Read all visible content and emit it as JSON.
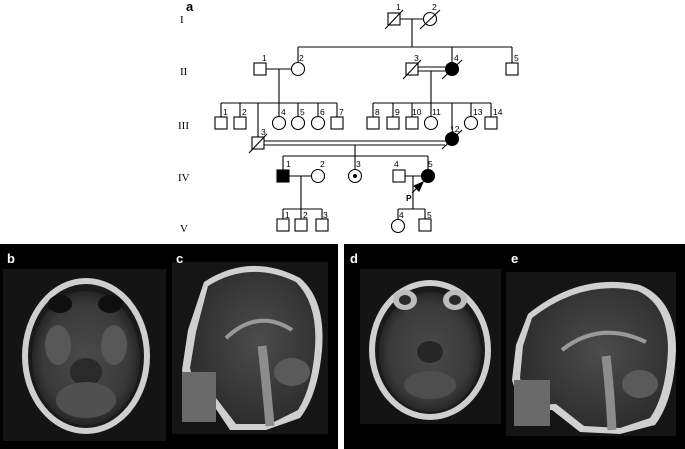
{
  "panels": {
    "a": "a",
    "b": "b",
    "c": "c",
    "d": "d",
    "e": "e"
  },
  "generations": [
    "I",
    "II",
    "III",
    "IV",
    "V"
  ],
  "individuals": {
    "I": [
      "1",
      "2"
    ],
    "II": [
      "1",
      "2",
      "3",
      "4",
      "5"
    ],
    "III": [
      "1",
      "2",
      "4",
      "5",
      "6",
      "7",
      "8",
      "9",
      "10",
      "11",
      "13",
      "14",
      "3",
      "12"
    ],
    "IV": [
      "1",
      "2",
      "3",
      "4",
      "5"
    ],
    "V": [
      "1",
      "2",
      "3",
      "4",
      "5"
    ]
  },
  "proband_label": "P"
}
